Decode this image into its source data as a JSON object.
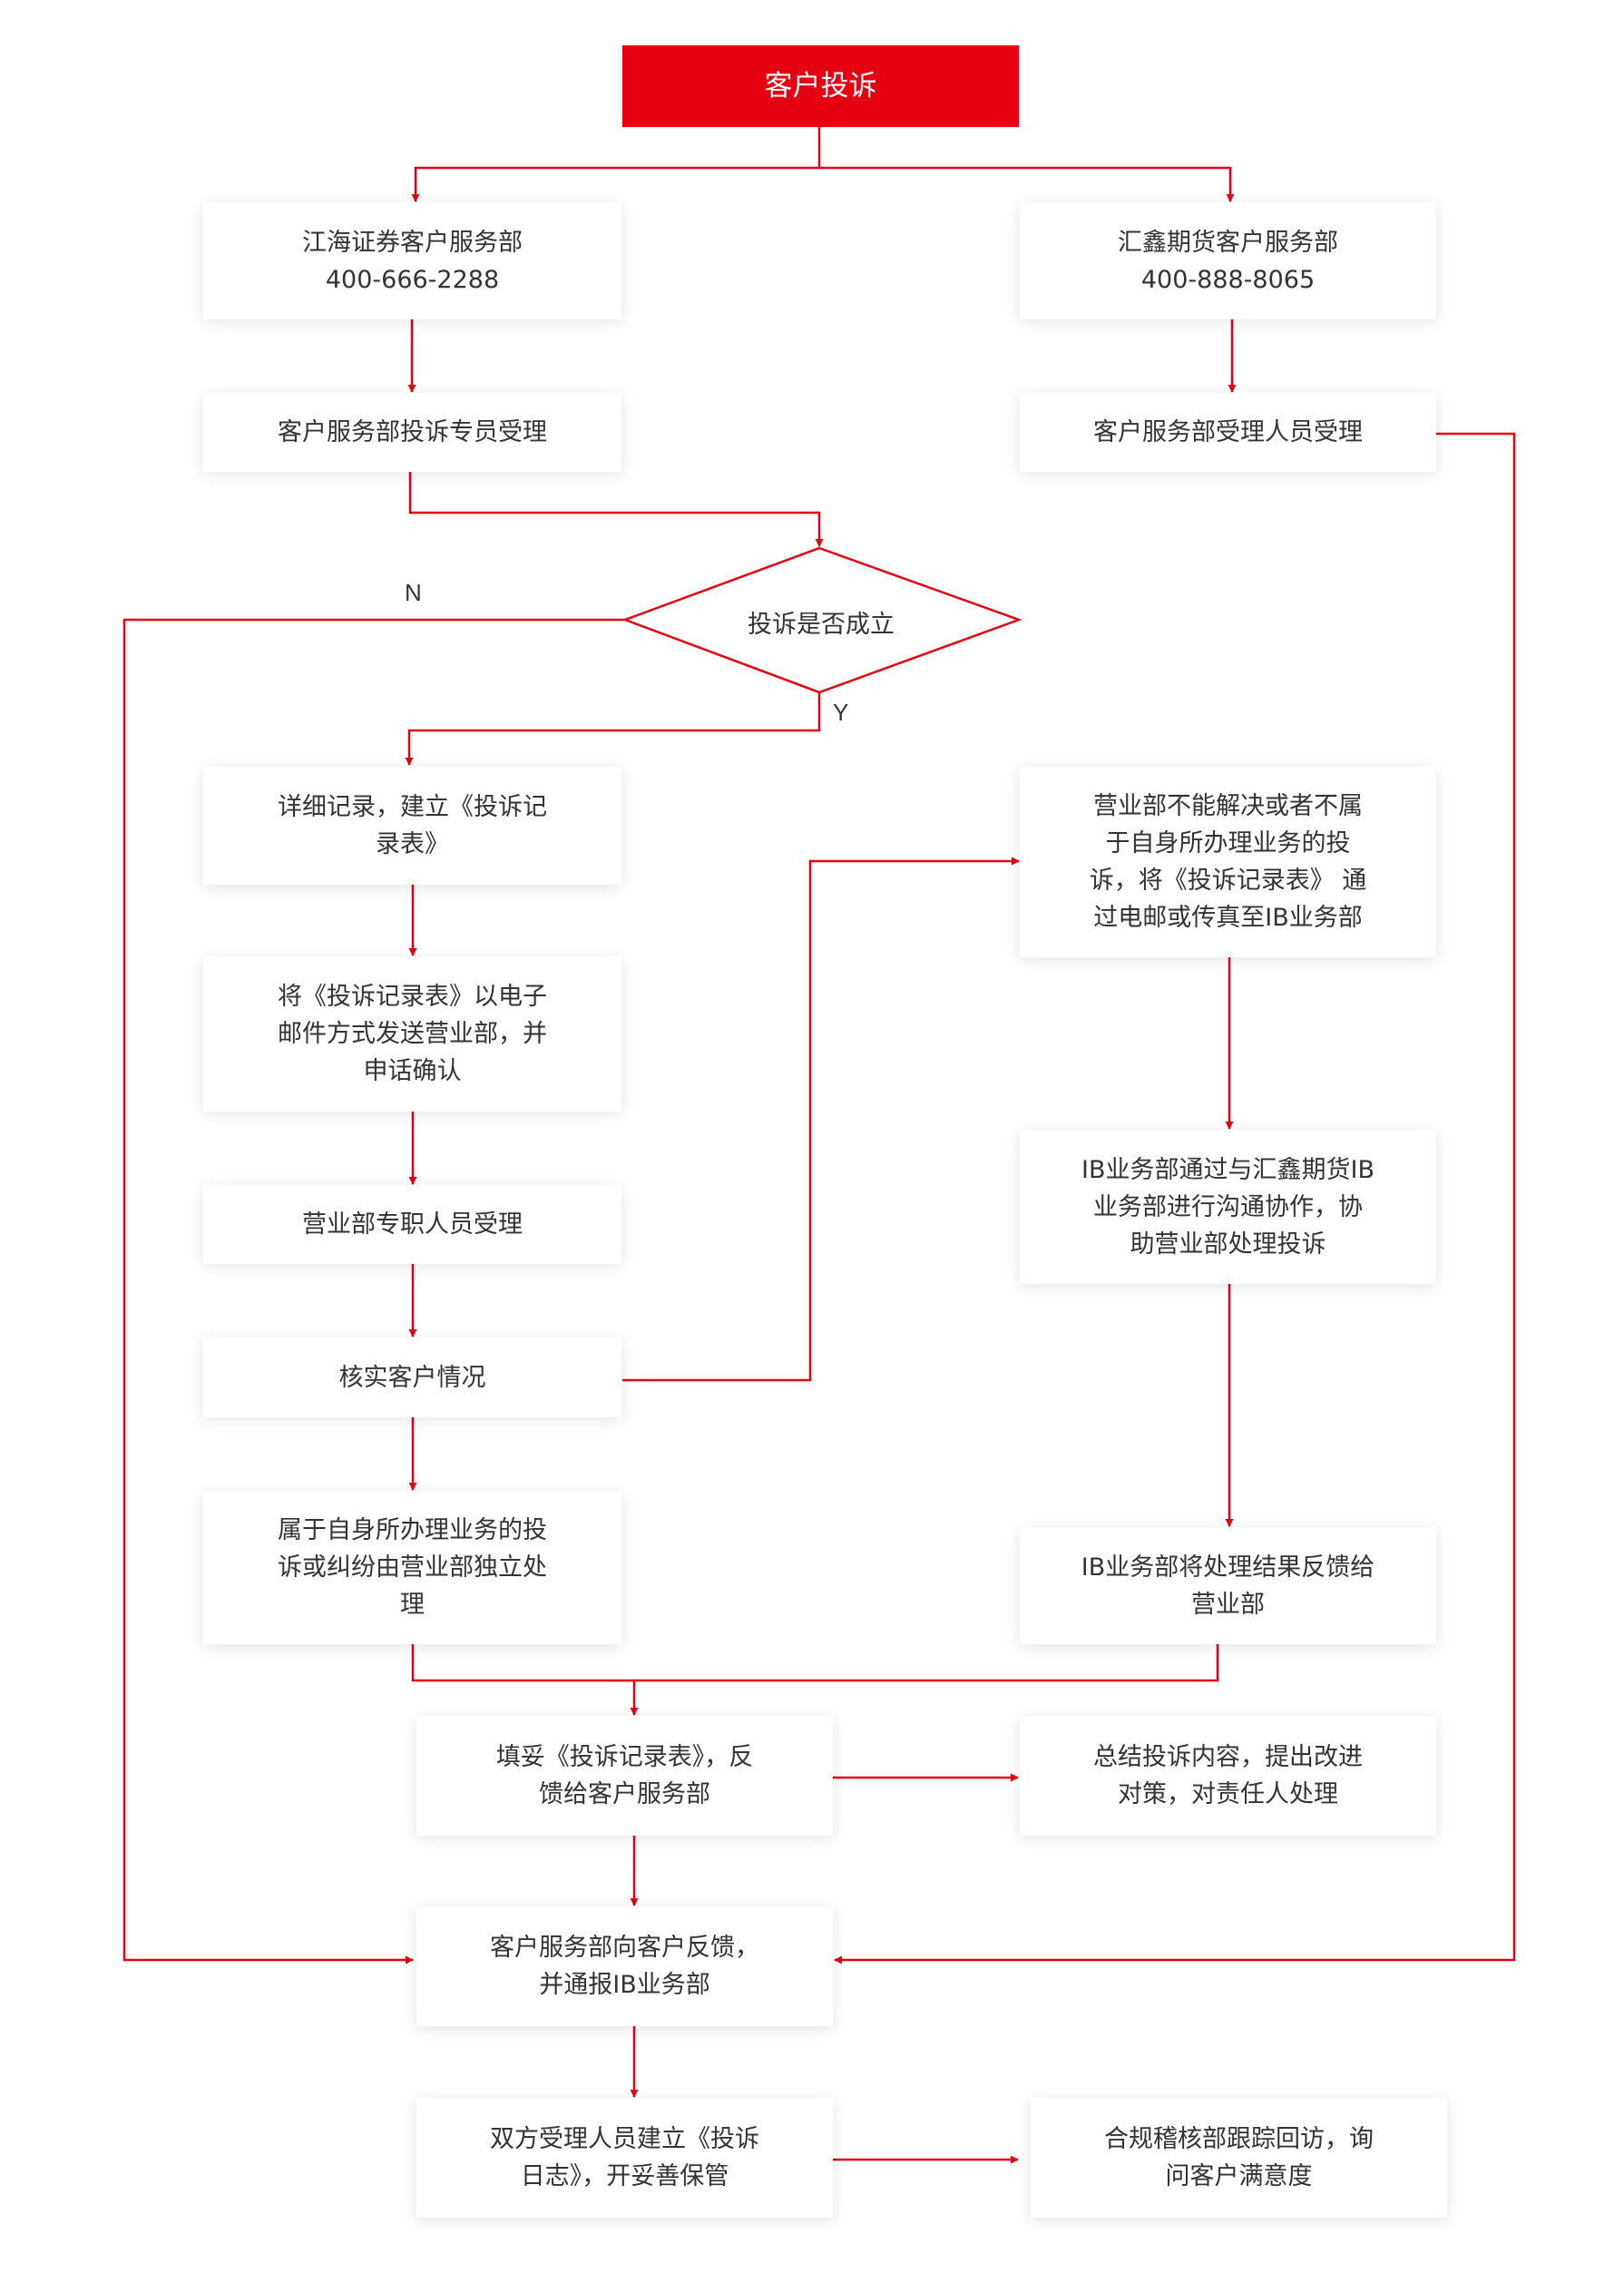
{
  "colors": {
    "accent": "#e50012",
    "text": "#333333",
    "line": "#e50012"
  },
  "nodes": {
    "complaint": "客户投诉",
    "jianghai": "江海证券客户服务部\n400-666-2288",
    "huixin": "汇鑫期货客户服务部\n400-888-8065",
    "cs_specialist": "客户服务部投诉专员受理",
    "cs_staff": "客户服务部受理人员受理",
    "decision": "投诉是否成立",
    "record": "详细记录，建立《投诉记\n录表》",
    "send_email": "将《投诉记录表》以电子\n邮件方式发送营业部，并\n申话确认",
    "branch_accept": "营业部专职人员受理",
    "verify": "核实客户情况",
    "independent": "属于自身所办理业务的投\n诉或纠纷由营业部独立处\n理",
    "unable": "营业部不能解决或者不属\n于自身所办理业务的投\n诉，将《投诉记录表》 通\n过电邮或传真至IB业务部",
    "ib_coop": "IB业务部通过与汇鑫期货IB\n业务部进行沟通协作，协\n助营业部处理投诉",
    "ib_feedback": "IB业务部将处理结果反馈给\n营业部",
    "fill_record": "填妥《投诉记录表》，反\n馈给客户服务部",
    "summarize": "总结投诉内容，提出改进\n对策，对责任人处理",
    "feedback_customer": "客户服务部向客户反馈，\n并通报IB业务部",
    "log": "双方受理人员建立《投诉\n日志》，开妥善保管",
    "compliance": "合规稽核部跟踪回访，询\n问客户满意度"
  },
  "labels": {
    "no": "N",
    "yes": "Y"
  }
}
